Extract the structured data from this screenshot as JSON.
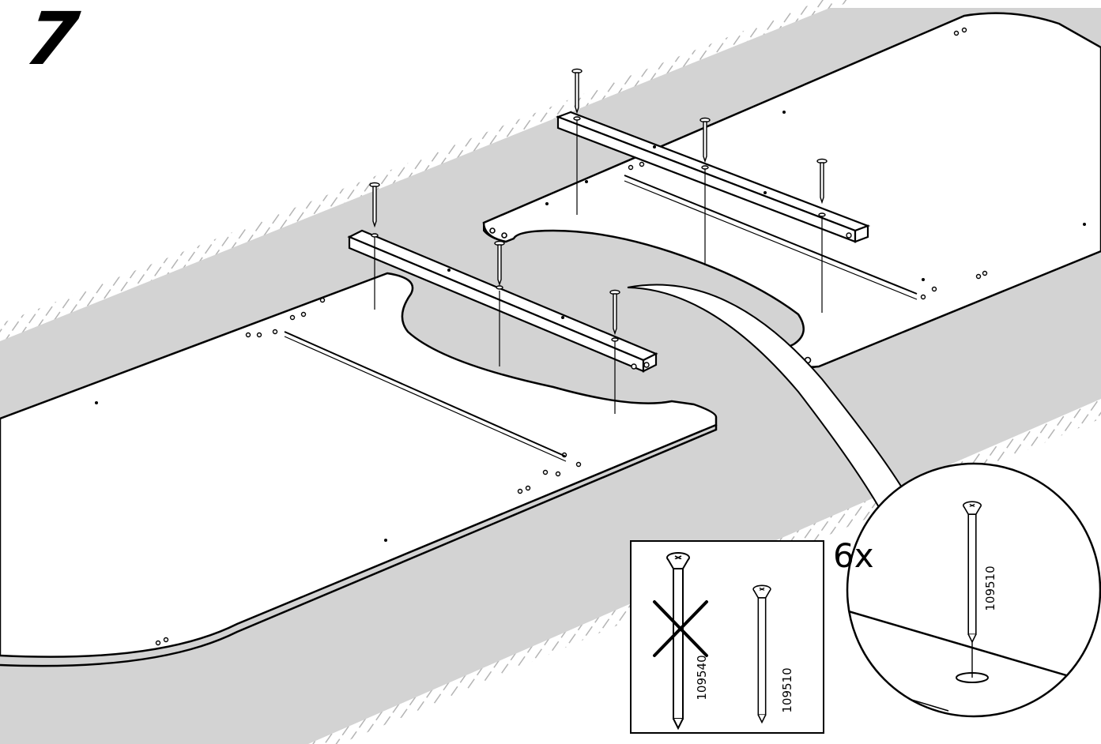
{
  "step": {
    "number": "7"
  },
  "quantity_label": "6x",
  "screw_panel": {
    "wrong_screw": {
      "part_number": "109540",
      "status": "not-used"
    },
    "correct_screw": {
      "part_number": "109510",
      "status": "used"
    }
  },
  "detail_callout": {
    "part_number": "109510"
  },
  "icons": [
    "screw-icon",
    "cross-out-icon",
    "drill-hole-icon"
  ]
}
